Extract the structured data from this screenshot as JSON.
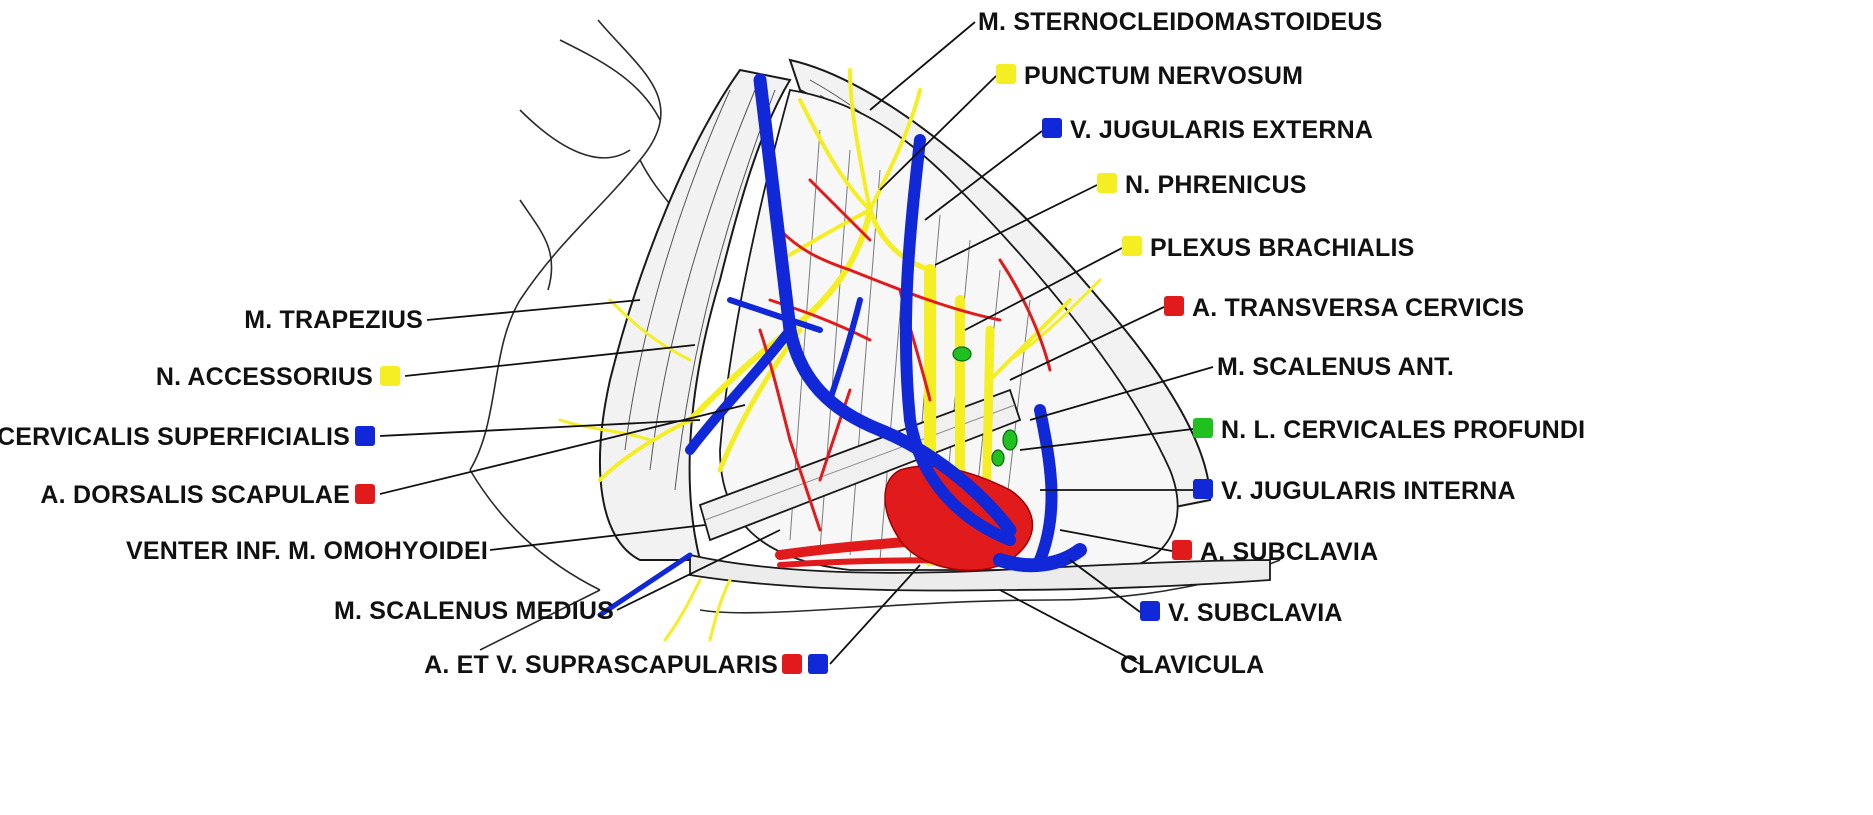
{
  "colors": {
    "artery": "#e11b1b",
    "vein": "#1028d8",
    "nerve": "#f4ee22",
    "lymph": "#1fc01f",
    "outline": "#1a1a1a",
    "muscle_fill": "#f2f2f2",
    "bone_fill": "#e9e9e9"
  },
  "labels": {
    "sternocleidomastoideus": "M. STERNOCLEIDOMASTOIDEUS",
    "punctum_nervosum": "PUNCTUM NERVOSUM",
    "v_jugularis_externa": "V. JUGULARIS EXTERNA",
    "n_phrenicus": "N. PHRENICUS",
    "plexus_brachialis": "PLEXUS BRACHIALIS",
    "a_transversa_cervicis": "A. TRANSVERSA CERVICIS",
    "m_scalenus_ant": "M. SCALENUS ANT.",
    "n_l_cervicales_profundi": "N. L. CERVICALES PROFUNDI",
    "v_jugularis_interna": "V. JUGULARIS INTERNA",
    "a_subclavia": "A. SUBCLAVIA",
    "v_subclavia": "V. SUBCLAVIA",
    "clavicula": "CLAVICULA",
    "m_trapezius": "M. TRAPEZIUS",
    "n_accessorius": "N. ACCESSORIUS",
    "v_cervicalis_superficialis": "V. CERVICALIS SUPERFICIALIS",
    "a_dorsalis_scapulae": "A. DORSALIS SCAPULAE",
    "venter_inf_omohyoidei": "VENTER INF. M. OMOHYOIDEI",
    "m_scalenus_medius": "M. SCALENUS MEDIUS",
    "a_et_v_suprascapularis": "A. ET V. SUPRASCAPULARIS"
  }
}
